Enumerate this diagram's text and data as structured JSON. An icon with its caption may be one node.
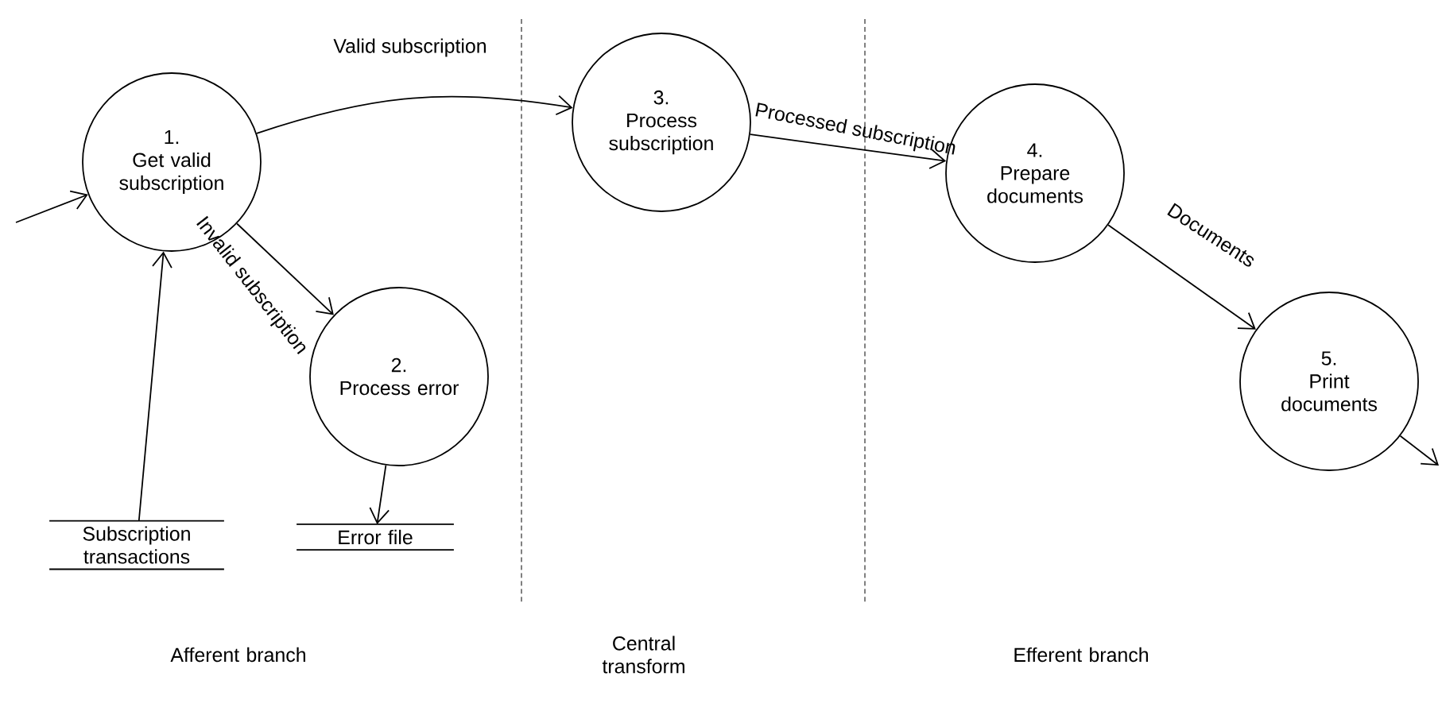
{
  "diagram": {
    "nodes": [
      {
        "text": [
          "1.",
          "Get valid subscription"
        ]
      },
      {
        "text": [
          "2.",
          "Process error"
        ]
      },
      {
        "text": [
          "3.",
          "Process subscription"
        ]
      },
      {
        "text": [
          "4.",
          "Prepare documents"
        ]
      },
      {
        "text": [
          "5.",
          "Print documents"
        ]
      },
      {
        "text": [
          "Subscription transactions"
        ]
      },
      {
        "text": [
          "Error file"
        ]
      }
    ],
    "edges": [
      {
        "from": null,
        "to": 0,
        "arrow": "to"
      },
      {
        "from": 5,
        "to": 0,
        "arrow": "to"
      },
      {
        "from": 0,
        "to": 2,
        "arrow": "to",
        "label": "Valid subscription"
      },
      {
        "from": 0,
        "to": 1,
        "arrow": "to",
        "label": "Invalid subscription"
      },
      {
        "from": 1,
        "to": 6,
        "arrow": "to"
      },
      {
        "from": 2,
        "to": 3,
        "arrow": "to",
        "label": "Processed subscription"
      },
      {
        "from": 3,
        "to": 4,
        "arrow": "to",
        "label": "Documents"
      },
      {
        "from": 4,
        "to": null,
        "arrow": "to"
      }
    ],
    "labels": [
      "Afferent branch",
      "Central transform",
      "Efferent branch"
    ]
  }
}
